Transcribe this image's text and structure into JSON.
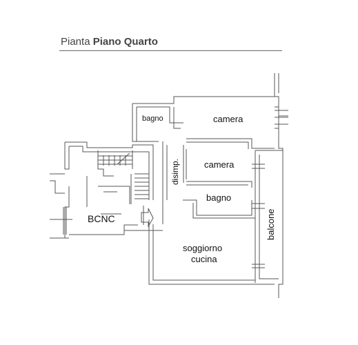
{
  "header": {
    "prefix": "Pianta",
    "title": "Piano Quarto"
  },
  "rooms": {
    "bagno_top": "bagno",
    "camera_top": "camera",
    "camera_mid": "camera",
    "disimp": "disimp.",
    "bagno_mid": "bagno",
    "bcnc": "BCNC",
    "soggiorno": "soggiorno",
    "cucina": "cucina",
    "balcone": "balcone"
  }
}
